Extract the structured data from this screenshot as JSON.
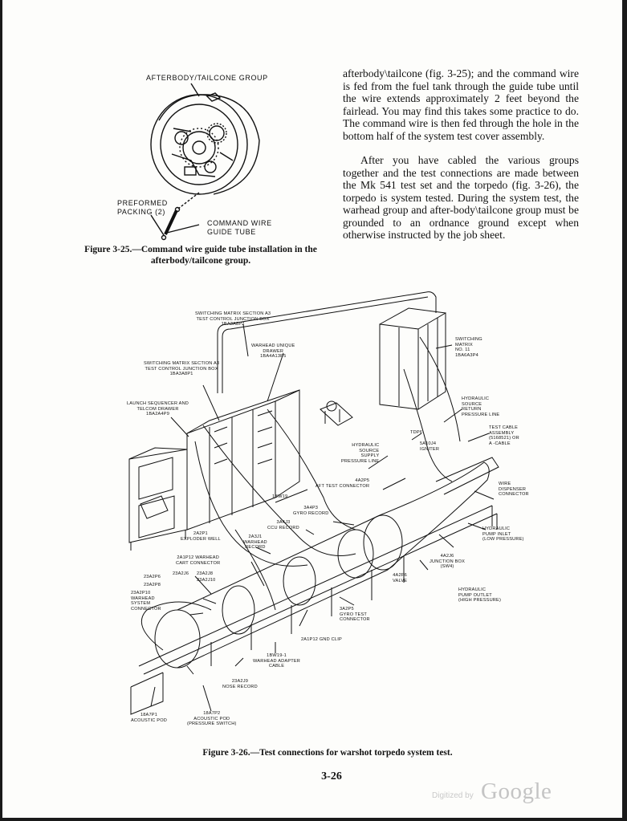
{
  "figure_325": {
    "label_group": "AFTERBODY/TAILCONE GROUP",
    "label_packing": "PREFORMED\nPACKING (2)",
    "label_tube": "COMMAND WIRE\nGUIDE TUBE",
    "caption": "Figure 3-25.—Command wire guide tube installation in the afterbody/tailcone group."
  },
  "body_text": {
    "paragraph_1": "afterbody\\tailcone (fig. 3-25); and the command wire is fed from the fuel tank through the guide tube until the wire extends approximately 2 feet beyond the fairlead. You may find this takes some practice to do. The command wire is then fed through the hole in the bottom half of the system test cover assembly.",
    "paragraph_2": "After you have cabled the various groups together and the test connections are made between the Mk 541 test set and the torpedo (fig. 3-26), the torpedo is system tested. During the system test, the warhead group and after-body\\tailcone group must be grounded to an ordnance ground except when otherwise instructed by the job sheet."
  },
  "figure_326": {
    "labels": {
      "sw_matrix_a3_top": "SWITCHING MATRIX SECTION A3\nTEST CONTROL JUNCTION BOX\n1BA3A8P2",
      "warhead_unique": "WARHEAD UNIQUE\nDRAWER\n1BA4A13P5",
      "sw_matrix_a3_left": "SWITCHING MATRIX SECTION A3\nTEST CONTROL JUNCTION BOX\n1BA3A8P1",
      "launch_seq": "LAUNCH SEQUENCER AND\nTELCOM DRAWER\n1BA2A4P9",
      "sw_matrix_11": "SWITCHING\nMATRIX\nNO. 11\n1BA6A3P4",
      "hyd_return": "HYDRAULIC\nSOURCE\nRETURN\nPRESSURE LINE",
      "test_cable": "TEST CABLE\nASSEMBLY\n(5168521) OR\nA -CABLE",
      "tdp6": "TDP6",
      "igniter": "5A10J4\nIGNITER",
      "hyd_supply": "HYDRAULIC\nSOURCE\nSUPPLY\nPRESSURE LINE",
      "aft_test": "4A2P5\nAFT TEST CONNECTOR",
      "wire_disp": "WIRE\nDISPENSER\nCONNECTOR",
      "bw19": "1BW19",
      "gyro_rec": "3A4P3\nGYRO RECORD",
      "ccu_rec": "3A4J3\nCCU RECORD",
      "exploder": "2A2P1\nEXPLODER WELL",
      "warhead_rec": "2A3J1\nWARHEAD\nRECORD",
      "pump_inlet": "HYDRAULIC\nPUMP INLET\n(LOW PRESSURE)",
      "junction_box": "4A2J6\nJUNCTION BOX\n(SW4)",
      "valve": "4A2P6\nVALVE",
      "cart_conn": "2A1P12 WARHEAD\nCART CONNECTOR",
      "a2j6": "23A2J6",
      "a2j8": "23A2J8",
      "a2j10": "23A2J10",
      "a2p6": "23A2P6",
      "a2p8": "23A2P8",
      "warhead_sys": "23A2P10\nWARHEAD\nSYSTEM\nCONNECTOR",
      "pump_outlet": "HYDRAULIC\nPUMP OUTLET\n(HIGH PRESSURE)",
      "gyro_test": "3A2P5\nGYRO TEST\nCONNECTOR",
      "gnd_clip": "2A1P12 GND CLIP",
      "adapter": "1BW19-1\nWARHEAD ADAPTER\nCABLE",
      "nose_rec": "23A2J9\nNOSE RECORD",
      "acoustic_pod": "18A7P1\nACOUSTIC POD",
      "acoustic_pod_ps": "18A7P2\nACOUSTIC POD\n(PRESSURE SWITCH)"
    },
    "caption": "Figure 3-26.—Test connections for warshot torpedo system test."
  },
  "page_number": "3-26",
  "watermark": {
    "small": "Digitized by",
    "big": "Google"
  }
}
